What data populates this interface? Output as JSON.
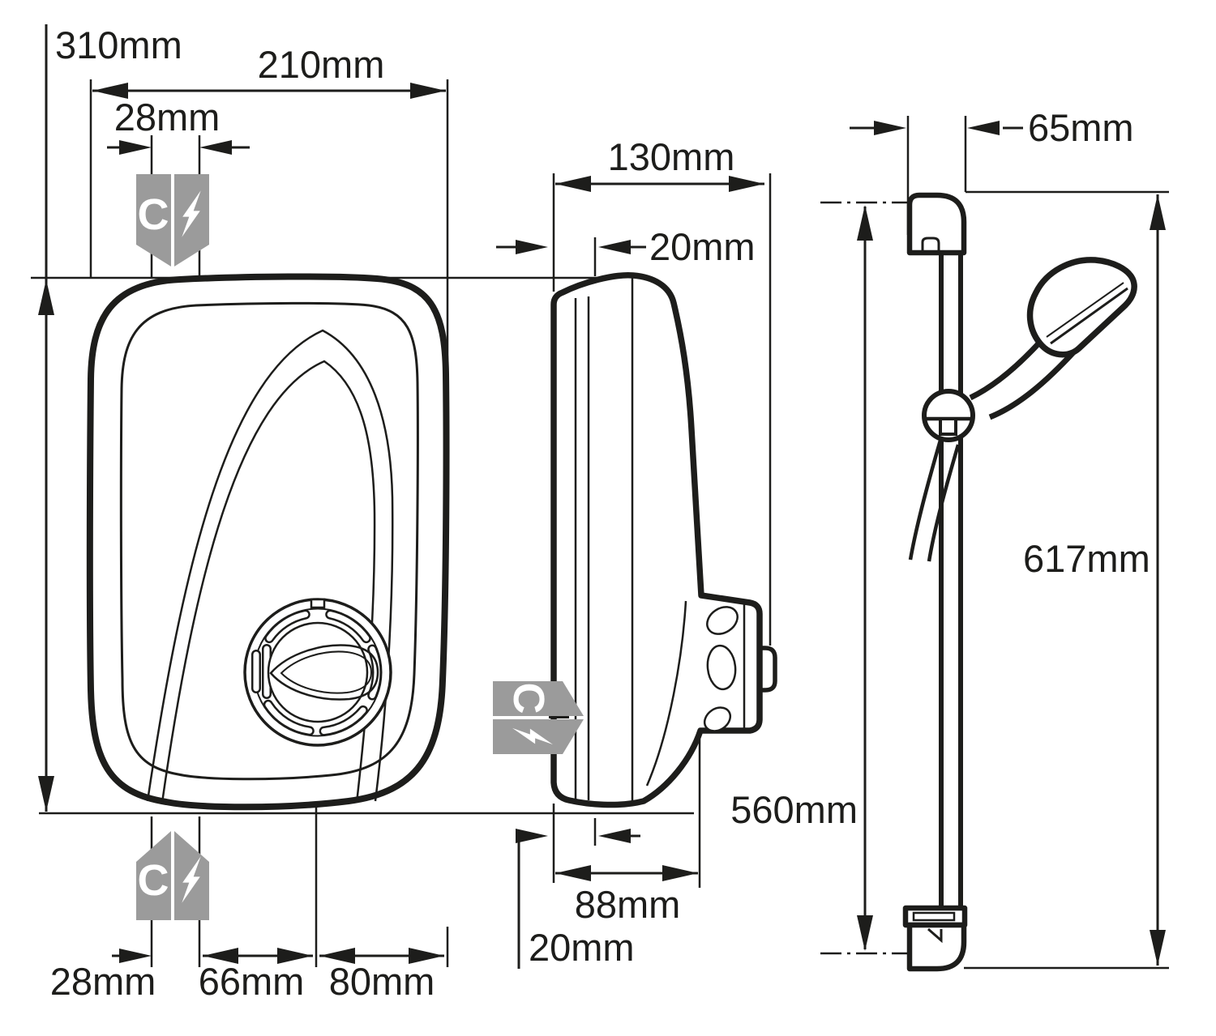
{
  "colors": {
    "line": "#1d1d1b",
    "badge": "#9b9b9b",
    "badge_glyph": "#ffffff",
    "background": "#ffffff"
  },
  "badge": {
    "cable_letter": "C",
    "electric_symbol": "lightning-bolt"
  },
  "views": {
    "front": {
      "name": "front-view",
      "dims": {
        "height": "310mm",
        "width": "210mm",
        "entry_top": "28mm",
        "entry_bottom": "28mm",
        "entry_to_outlet": "66mm",
        "outlet_to_edge": "80mm"
      }
    },
    "side": {
      "name": "side-view",
      "dims": {
        "depth": "130mm",
        "clearance_top": "20mm",
        "body_depth": "88mm",
        "clearance_bottom": "20mm"
      }
    },
    "rail": {
      "name": "riser-rail-view",
      "dims": {
        "bracket_offset": "65mm",
        "bracket_centres": "560mm",
        "rail_length": "617mm"
      }
    }
  }
}
